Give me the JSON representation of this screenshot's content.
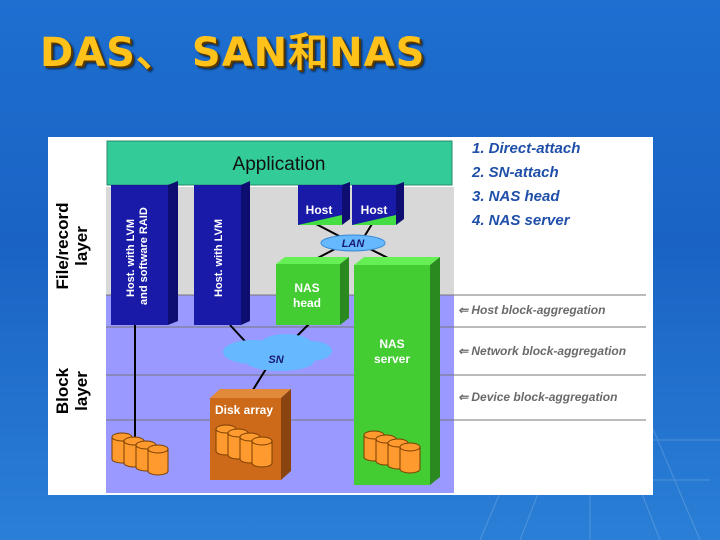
{
  "title": "DAS、 SAN和NAS",
  "application_label": "Application",
  "legend": [
    "1. Direct-attach",
    "2. SN-attach",
    "3. NAS head",
    "4. NAS server"
  ],
  "layers": {
    "file_record": [
      "File/record",
      "layer"
    ],
    "block": [
      "Block",
      "layer"
    ]
  },
  "hosts": {
    "host_lvm_raid": [
      "Host. with LVM",
      "and software RAID"
    ],
    "host_lvm": [
      "Host. with LVM"
    ],
    "host_a": "Host",
    "host_b": "Host"
  },
  "network": {
    "lan": "LAN",
    "sn": "SN"
  },
  "nas_head": [
    "NAS",
    "head"
  ],
  "nas_server": [
    "NAS",
    "server"
  ],
  "disk_array": "Disk array",
  "aggregation": [
    "⇐ Host block-aggregation",
    "⇐ Network block-aggregation",
    "⇐ Device block-aggregation"
  ],
  "colors": {
    "title": "#ffc21a",
    "application": "#33cc99",
    "host": "#1a1aa8",
    "nas": "#44cc33",
    "disk": "#cc6a1a",
    "disk_cyl": "#ff9a2e",
    "block_layer": "#9999ff",
    "file_layer": "#d8d8d8",
    "cloud": "#66b8ff",
    "legend": "#1f4fa8"
  }
}
